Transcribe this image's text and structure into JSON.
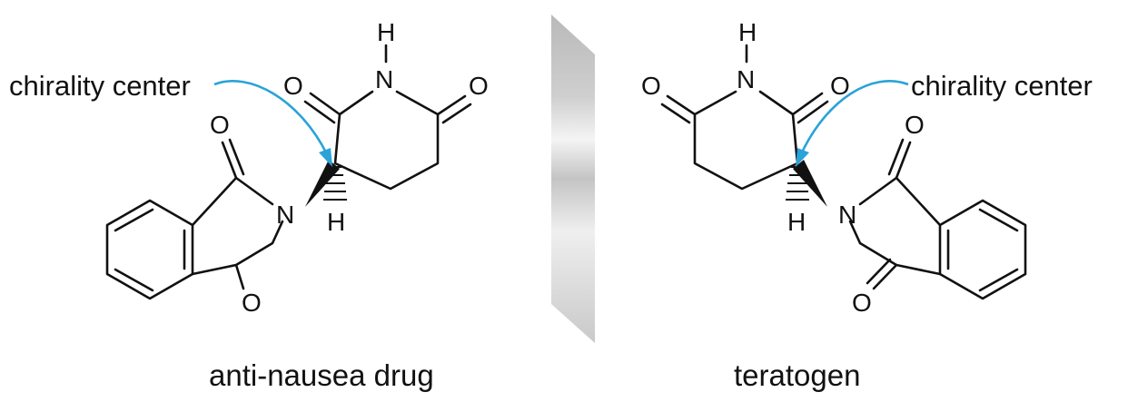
{
  "colors": {
    "arrow": "#29a3d8",
    "bond": "#111111",
    "mirror": "#c8c8c8",
    "background": "#ffffff"
  },
  "left_molecule": {
    "pointer_label": "chirality center",
    "caption": "anti-nausea drug",
    "atoms": {
      "glut_nh": "N",
      "glut_nh_h": "H",
      "glut_o1": "O",
      "glut_o2": "O",
      "phth_n": "N",
      "phth_o_top": "O",
      "phth_o_bottom": "O",
      "stereo_h": "H"
    }
  },
  "right_molecule": {
    "pointer_label": "chirality center",
    "caption": "teratogen",
    "atoms": {
      "glut_nh": "N",
      "glut_nh_h": "H",
      "glut_o1": "O",
      "glut_o2": "O",
      "phth_n": "N",
      "phth_o_top": "O",
      "phth_o_bottom": "O",
      "stereo_h": "H"
    }
  }
}
